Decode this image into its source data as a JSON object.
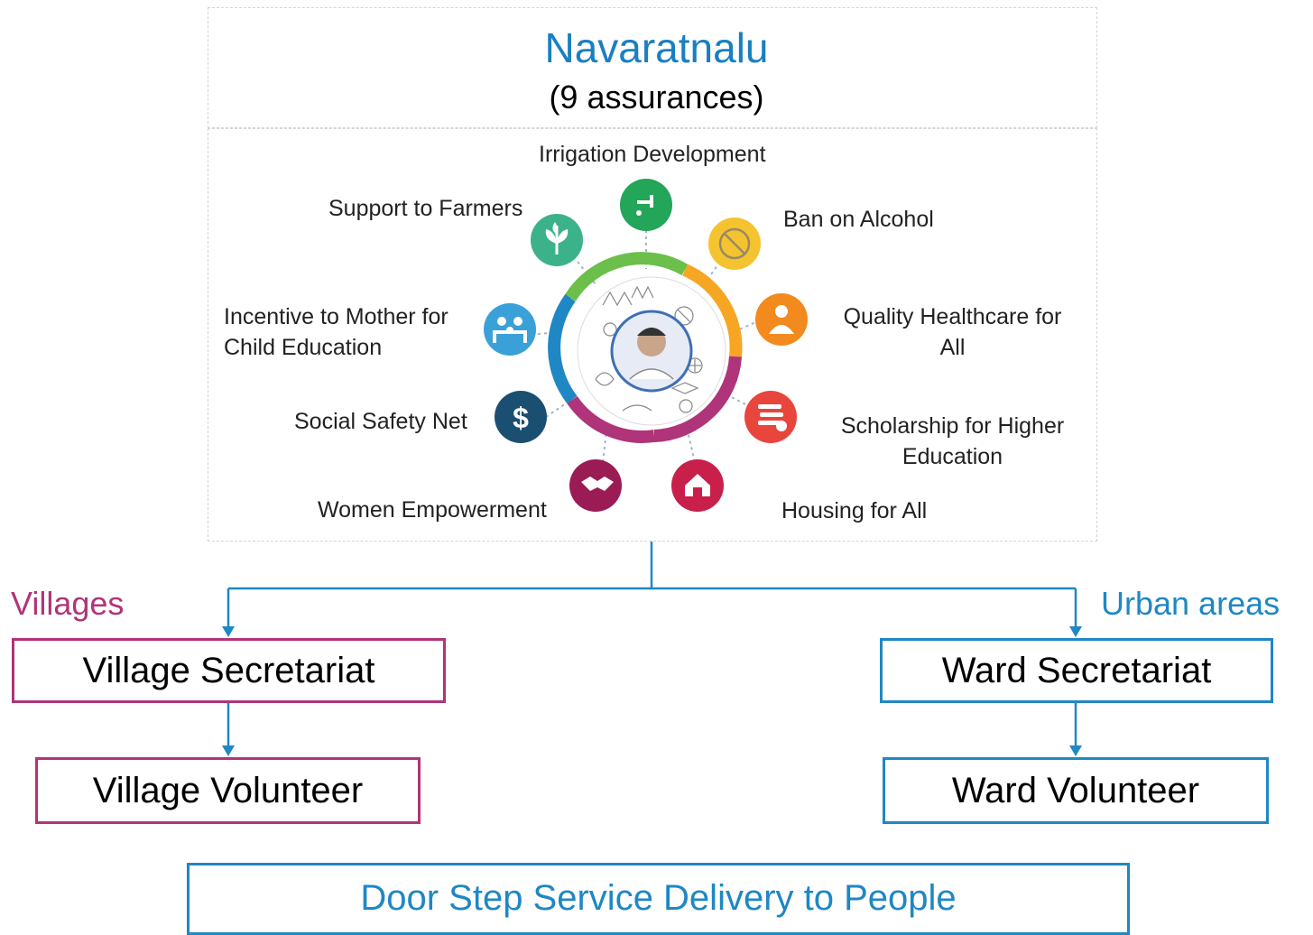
{
  "header": {
    "title": "Navaratnalu",
    "subtitle": "(9 assurances)"
  },
  "assurances": [
    {
      "label": "Irrigation Development",
      "icon": "tap-icon",
      "color": "#23a55a"
    },
    {
      "label": "Ban on Alcohol",
      "icon": "no-alcohol-icon",
      "color": "#f5c330"
    },
    {
      "label": "Quality Healthcare for All",
      "icon": "doctor-icon",
      "color": "#f28a1e"
    },
    {
      "label": "Scholarship for Higher Education",
      "icon": "coins-icon",
      "color": "#e8453c"
    },
    {
      "label": "Housing for All",
      "icon": "house-icon",
      "color": "#c81f4b"
    },
    {
      "label": "Women Empowerment",
      "icon": "handshake-icon",
      "color": "#9b1b55"
    },
    {
      "label": "Social Safety Net",
      "icon": "dollar-icon",
      "color": "#1b4f72"
    },
    {
      "label": "Incentive to Mother for Child Education",
      "icon": "family-icon",
      "color": "#3aa0d8"
    },
    {
      "label": "Support to Farmers",
      "icon": "leaf-icon",
      "color": "#3cb28a"
    }
  ],
  "branches": {
    "villages": {
      "label": "Villages",
      "color": "#b03479",
      "secretariat": "Village Secretariat",
      "volunteer": "Village Volunteer"
    },
    "urban": {
      "label": "Urban areas",
      "color": "#1f87c4",
      "secretariat": "Ward Secretariat",
      "volunteer": "Ward Volunteer"
    }
  },
  "footer": {
    "label": "Door Step Service Delivery to People",
    "color": "#1f87c4"
  },
  "colors": {
    "title": "#1a7fc1",
    "connector": "#1f87c4",
    "wheel_blue": "#1f87c4",
    "wheel_green": "#6cbf4a",
    "wheel_orange": "#f6a623",
    "wheel_magenta": "#b03479"
  }
}
